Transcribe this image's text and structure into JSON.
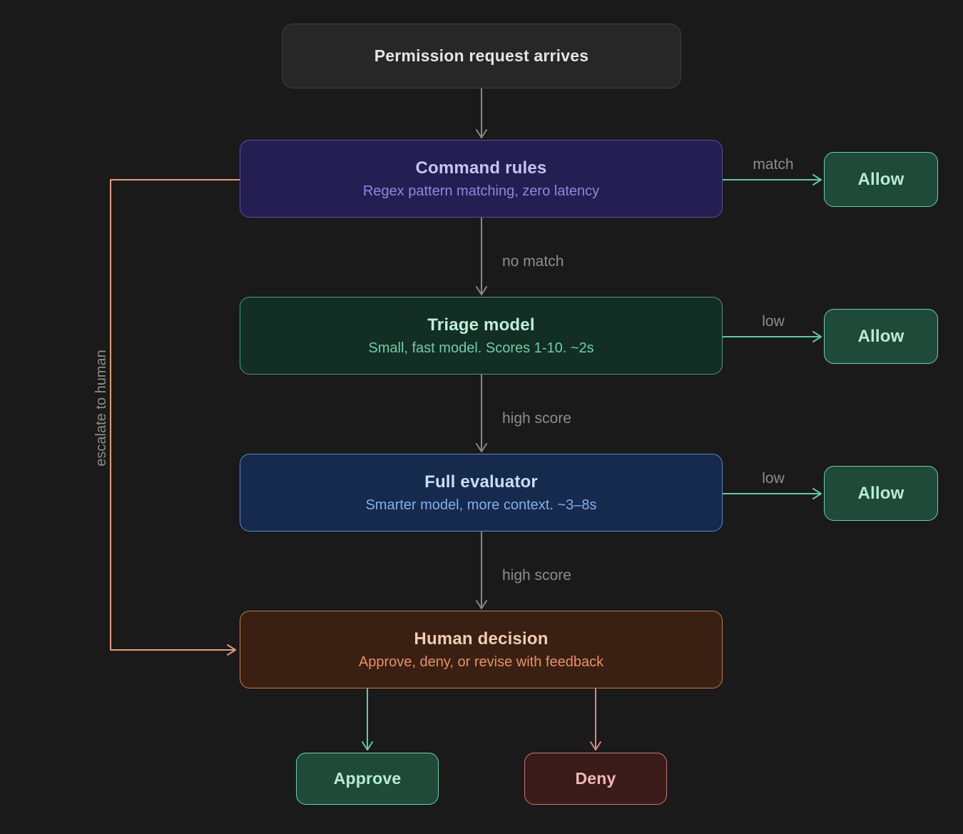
{
  "diagram": {
    "nodes": {
      "permission": {
        "title": "Permission request arrives"
      },
      "command": {
        "title": "Command rules",
        "subtitle": "Regex pattern matching, zero latency"
      },
      "triage": {
        "title": "Triage model",
        "subtitle": "Small, fast model. Scores 1-10. ~2s"
      },
      "evaluator": {
        "title": "Full evaluator",
        "subtitle": "Smarter model, more context. ~3–8s"
      },
      "human": {
        "title": "Human decision",
        "subtitle": "Approve, deny, or revise with feedback"
      },
      "allow1": {
        "title": "Allow"
      },
      "allow2": {
        "title": "Allow"
      },
      "allow3": {
        "title": "Allow"
      },
      "approve": {
        "title": "Approve"
      },
      "deny": {
        "title": "Deny"
      }
    },
    "edges": {
      "match": "match",
      "no_match": "no match",
      "low1": "low",
      "low2": "low",
      "high_score1": "high score",
      "high_score2": "high score",
      "escalate": "escalate to human"
    },
    "colors": {
      "background": "#1a1a1a",
      "neutral_node_bg": "#272727",
      "command_bg": "#241e52",
      "command_border": "#57519d",
      "triage_bg": "#122e25",
      "triage_border": "#4d9c7c",
      "evaluator_bg": "#152a4d",
      "evaluator_border": "#5e87c8",
      "human_bg": "#3a2012",
      "human_border": "#c8784b",
      "allow_bg": "#1f4a39",
      "allow_border": "#6ecfa6",
      "deny_bg": "#3a1b19",
      "deny_border": "#c57876",
      "arrow_gray": "#8a8880",
      "arrow_green": "#62c9a0",
      "arrow_salmon": "#e59c78",
      "arrow_red": "#dd8585",
      "edge_label_text": "#8f8d85"
    }
  }
}
